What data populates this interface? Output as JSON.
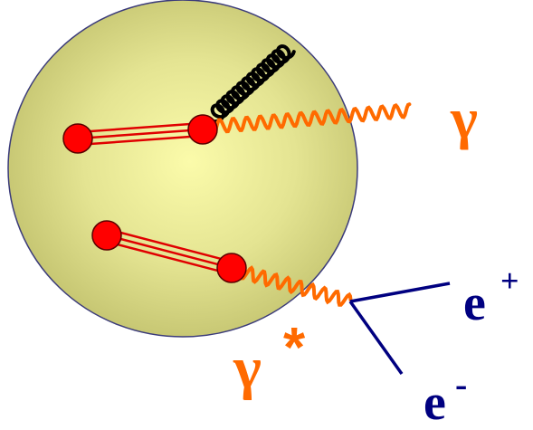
{
  "labels": {
    "real_photon": "γ",
    "virtual_photon": "γ",
    "virtual_marker": "*",
    "positron_base": "e",
    "positron_charge": "+",
    "electron_base": "e",
    "electron_charge": "-"
  },
  "colors": {
    "nucleus_center": "#fbfbaa",
    "nucleus_edge": "#c4c470",
    "nucleus_border": "#3b3b7a",
    "quark": "#ff0000",
    "quark_border": "#5a0000",
    "string": "#e00000",
    "photon": "#ff6a00",
    "gluon": "#000000",
    "lepton": "#000080"
  },
  "icons": {
    "nucleus": "sphere",
    "quark": "red-dot",
    "gluon": "coil",
    "photon": "wavy-line"
  }
}
